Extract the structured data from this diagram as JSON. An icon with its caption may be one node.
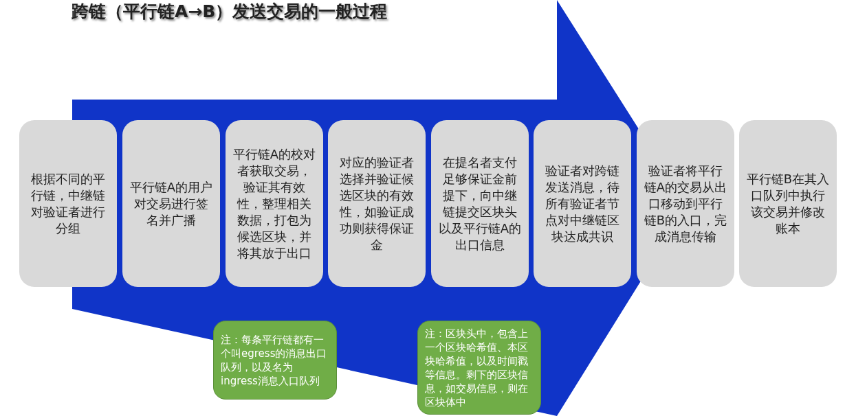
{
  "diagram": {
    "title": "跨链（平行链A→B）发送交易的一般过程",
    "nodes": [
      {
        "text": [
          "根据不同的平行链，中继链对验证者进行分组"
        ]
      },
      {
        "text": [
          "平行链A的用户对交易进行签名并广播"
        ]
      },
      {
        "text": [
          "平行链A的校对者获取交易，验证其有效性，整理相关数据，打包为候选区块，并将其放于出口"
        ]
      },
      {
        "text": [
          "对应的验证者选择并验证候选区块的有效性，如验证成功则获得保证金"
        ]
      },
      {
        "text": [
          "在提名者支付足够保证金前提下，向中继链提交区块头以及平行链A的出口信息"
        ]
      },
      {
        "text": [
          "验证者对跨链发送消息，待所有验证者节点对中继链区块达成共识"
        ]
      },
      {
        "text": [
          "验证者将平行链A的交易从出口移动到平行链B的入口，完成消息传输"
        ]
      },
      {
        "text": [
          "平行链B在其入口队列中执行该交易并修改账本"
        ]
      },
      {
        "text": [
          "注：每条平行链都有一个叫egress的消息出口队列，以及名为ingress消息入口队列"
        ]
      },
      {
        "text": [
          "注：区块头中，包含上一个区块哈希值、本区块哈希值，以及时间戳等信息。剩下的区块信息，如交易信息，则在区块体中"
        ]
      }
    ]
  }
}
